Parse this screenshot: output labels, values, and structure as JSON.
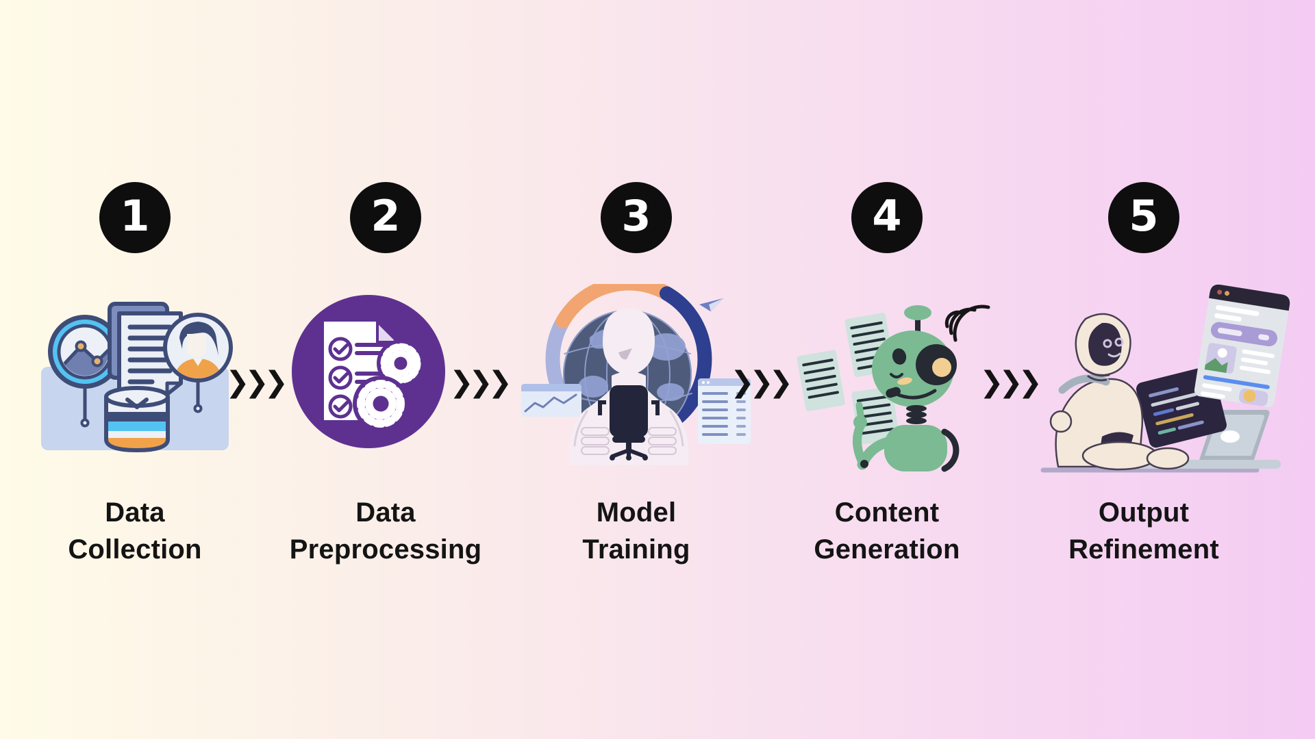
{
  "infographic": {
    "type": "process-flow",
    "background_gradient": [
      "#FFFBE8",
      "#FBEFE9",
      "#F8DFEF",
      "#F4CCF3"
    ],
    "badge_color": "#0E0E0E",
    "badge_text_color": "#FFFFFF",
    "label_color": "#141414",
    "arrow_color": "#131313",
    "arrow_glyph": "❯❯❯",
    "palette": {
      "accent_purple": "#5E3191",
      "accent_green": "#7BBA93",
      "accent_cyan": "#54C3F1",
      "accent_orange": "#F0A24B",
      "accent_navy": "#3E4C78"
    },
    "steps": [
      {
        "number": "1",
        "lines": [
          "Data",
          "Collection"
        ],
        "icon": "data-collection-illustration"
      },
      {
        "number": "2",
        "lines": [
          "Data",
          "Preprocessing"
        ],
        "icon": "data-preprocessing-illustration"
      },
      {
        "number": "3",
        "lines": [
          "Model",
          "Training"
        ],
        "icon": "model-training-illustration"
      },
      {
        "number": "4",
        "lines": [
          "Content",
          "Generation"
        ],
        "icon": "content-generation-illustration"
      },
      {
        "number": "5",
        "lines": [
          "Output",
          "Refinement"
        ],
        "icon": "output-refinement-illustration"
      }
    ]
  }
}
